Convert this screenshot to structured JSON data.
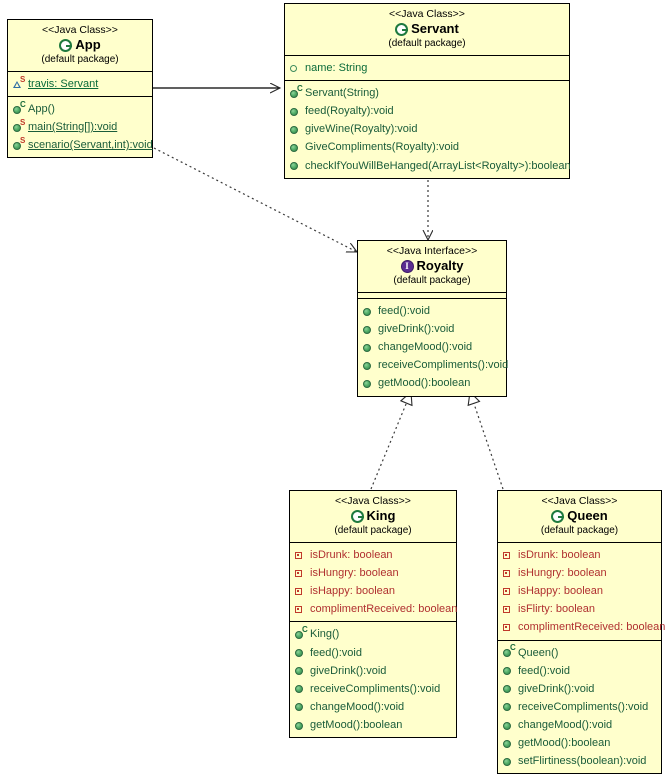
{
  "diagram": {
    "title": "Java UML Class Diagram",
    "colors": {
      "box_fill": "#ffffcc",
      "border": "#000000",
      "method_text": "#1a5c3a",
      "private_field_text": "#b03030",
      "package_field_text": "#0b6b3a",
      "interface_badge": "#5b2d91",
      "class_badge": "#1f7a3f",
      "background": "#ffffff"
    },
    "stereotype_class": "<<Java Class>>",
    "stereotype_interface": "<<Java Interface>>",
    "package_label": "(default package)"
  },
  "classes": {
    "app": {
      "stereotype": "<<Java Class>>",
      "name": "App",
      "package": "(default package)",
      "badge": "class-badge-icon",
      "attributes": [
        {
          "icon": "package-static-field-icon",
          "label": "travis: Servant",
          "visibility": "package",
          "static": true
        }
      ],
      "methods": [
        {
          "icon": "constructor-icon",
          "label": "App()",
          "visibility": "public",
          "static": false,
          "constructor": true
        },
        {
          "icon": "public-static-method-icon",
          "label": "main(String[]):void",
          "visibility": "public",
          "static": true
        },
        {
          "icon": "public-static-method-icon",
          "label": "scenario(Servant,int):void",
          "visibility": "public",
          "static": true
        }
      ]
    },
    "servant": {
      "stereotype": "<<Java Class>>",
      "name": "Servant",
      "package": "(default package)",
      "badge": "class-badge-icon",
      "attributes": [
        {
          "icon": "package-field-icon",
          "label": "name: String",
          "visibility": "package",
          "static": false
        }
      ],
      "methods": [
        {
          "icon": "constructor-icon",
          "label": "Servant(String)",
          "visibility": "public",
          "constructor": true
        },
        {
          "icon": "public-method-icon",
          "label": "feed(Royalty):void",
          "visibility": "public"
        },
        {
          "icon": "public-method-icon",
          "label": "giveWine(Royalty):void",
          "visibility": "public"
        },
        {
          "icon": "public-method-icon",
          "label": "GiveCompliments(Royalty):void",
          "visibility": "public"
        },
        {
          "icon": "public-method-icon",
          "label": "checkIfYouWillBeHanged(ArrayList<Royalty>):boolean",
          "visibility": "public"
        }
      ]
    },
    "royalty": {
      "stereotype": "<<Java Interface>>",
      "name": "Royalty",
      "package": "(default package)",
      "badge": "interface-badge-icon",
      "attributes": [],
      "methods": [
        {
          "icon": "public-method-icon",
          "label": "feed():void",
          "visibility": "public"
        },
        {
          "icon": "public-method-icon",
          "label": "giveDrink():void",
          "visibility": "public"
        },
        {
          "icon": "public-method-icon",
          "label": "changeMood():void",
          "visibility": "public"
        },
        {
          "icon": "public-method-icon",
          "label": "receiveCompliments():void",
          "visibility": "public"
        },
        {
          "icon": "public-method-icon",
          "label": "getMood():boolean",
          "visibility": "public"
        }
      ]
    },
    "king": {
      "stereotype": "<<Java Class>>",
      "name": "King",
      "package": "(default package)",
      "badge": "class-badge-icon",
      "attributes": [
        {
          "icon": "private-field-icon",
          "label": "isDrunk: boolean",
          "visibility": "private"
        },
        {
          "icon": "private-field-icon",
          "label": "isHungry: boolean",
          "visibility": "private"
        },
        {
          "icon": "private-field-icon",
          "label": "isHappy: boolean",
          "visibility": "private"
        },
        {
          "icon": "private-field-icon",
          "label": "complimentReceived: boolean",
          "visibility": "private"
        }
      ],
      "methods": [
        {
          "icon": "constructor-icon",
          "label": "King()",
          "visibility": "public",
          "constructor": true
        },
        {
          "icon": "public-method-icon",
          "label": "feed():void",
          "visibility": "public"
        },
        {
          "icon": "public-method-icon",
          "label": "giveDrink():void",
          "visibility": "public"
        },
        {
          "icon": "public-method-icon",
          "label": "receiveCompliments():void",
          "visibility": "public"
        },
        {
          "icon": "public-method-icon",
          "label": "changeMood():void",
          "visibility": "public"
        },
        {
          "icon": "public-method-icon",
          "label": "getMood():boolean",
          "visibility": "public"
        }
      ]
    },
    "queen": {
      "stereotype": "<<Java Class>>",
      "name": "Queen",
      "package": "(default package)",
      "badge": "class-badge-icon",
      "attributes": [
        {
          "icon": "private-field-icon",
          "label": "isDrunk: boolean",
          "visibility": "private"
        },
        {
          "icon": "private-field-icon",
          "label": "isHungry: boolean",
          "visibility": "private"
        },
        {
          "icon": "private-field-icon",
          "label": "isHappy: boolean",
          "visibility": "private"
        },
        {
          "icon": "private-field-icon",
          "label": "isFlirty: boolean",
          "visibility": "private"
        },
        {
          "icon": "private-field-icon",
          "label": "complimentReceived: boolean",
          "visibility": "private"
        }
      ],
      "methods": [
        {
          "icon": "constructor-icon",
          "label": "Queen()",
          "visibility": "public",
          "constructor": true
        },
        {
          "icon": "public-method-icon",
          "label": "feed():void",
          "visibility": "public"
        },
        {
          "icon": "public-method-icon",
          "label": "giveDrink():void",
          "visibility": "public"
        },
        {
          "icon": "public-method-icon",
          "label": "receiveCompliments():void",
          "visibility": "public"
        },
        {
          "icon": "public-method-icon",
          "label": "changeMood():void",
          "visibility": "public"
        },
        {
          "icon": "public-method-icon",
          "label": "getMood():boolean",
          "visibility": "public"
        },
        {
          "icon": "public-method-icon",
          "label": "setFlirtiness(boolean):void",
          "visibility": "public"
        }
      ]
    }
  },
  "relationships": [
    {
      "from": "App",
      "to": "Servant",
      "type": "association",
      "style": "solid",
      "arrow": "open"
    },
    {
      "from": "App",
      "to": "Royalty",
      "type": "dependency",
      "style": "dotted",
      "arrow": "open"
    },
    {
      "from": "Servant",
      "to": "Royalty",
      "type": "dependency",
      "style": "dotted",
      "arrow": "open"
    },
    {
      "from": "King",
      "to": "Royalty",
      "type": "realization",
      "style": "dotted",
      "arrow": "hollow-triangle"
    },
    {
      "from": "Queen",
      "to": "Royalty",
      "type": "realization",
      "style": "dotted",
      "arrow": "hollow-triangle"
    }
  ]
}
